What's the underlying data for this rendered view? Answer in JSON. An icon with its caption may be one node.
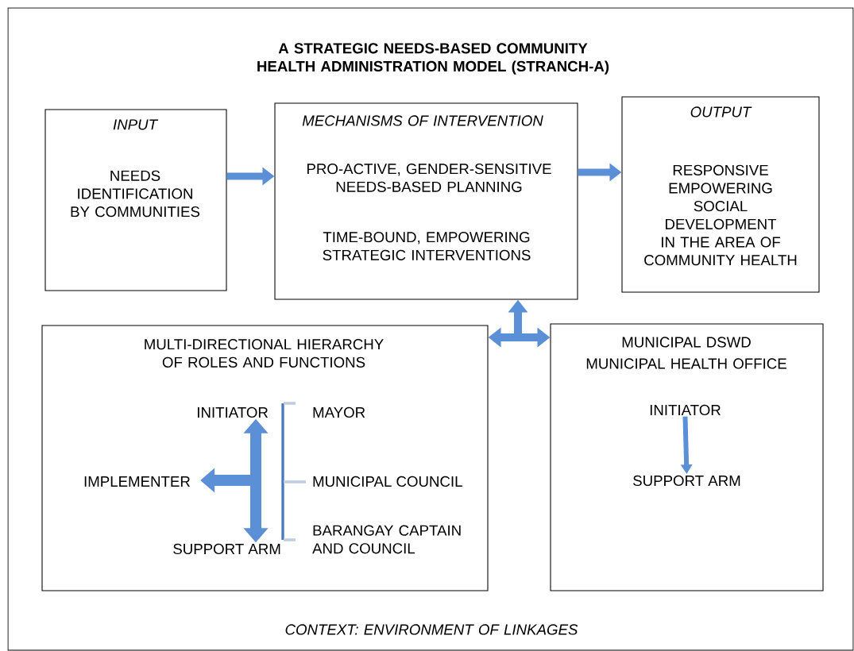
{
  "diagram": {
    "title": "A STRATEGIC NEEDS-BASED COMMUNITY HEALTH ADMINISTRATION MODEL (STRANCH-A)",
    "caption": "CONTEXT: ENVIRONMENT OF LINKAGES",
    "nodes": [
      {
        "text": [
          "INPUT",
          "NEEDS IDENTIFICATION BY COMMUNITIES"
        ]
      },
      {
        "text": [
          "MECHANISMS OF INTERVENTION",
          "PRO-ACTIVE, GENDER-SENSITIVE NEEDS-BASED PLANNING",
          "TIME-BOUND, EMPOWERING STRATEGIC INTERVENTIONS"
        ]
      },
      {
        "text": [
          "OUTPUT",
          "RESPONSIVE EMPOWERING SOCIAL DEVELOPMENT IN THE AREA OF COMMUNITY HEALTH"
        ]
      },
      {
        "text": [
          "MULTI-DIRECTIONAL HIERARCHY OF ROLES AND FUNCTIONS"
        ]
      },
      {
        "text": [
          "INITIATOR"
        ],
        "in": 3
      },
      {
        "text": [
          "IMPLEMENTER"
        ],
        "in": 3
      },
      {
        "text": [
          "SUPPORT ARM"
        ],
        "in": 3
      },
      {
        "text": [
          "MAYOR"
        ],
        "in": 3
      },
      {
        "text": [
          "MUNICIPAL COUNCIL"
        ],
        "in": 3
      },
      {
        "text": [
          "BARANGAY CAPTAIN AND COUNCIL"
        ],
        "in": 3
      },
      {
        "text": [
          "MUNICIPAL DSWD",
          "MUNICIPAL HEALTH OFFICE"
        ]
      },
      {
        "text": [
          "INITIATOR"
        ],
        "in": 10
      },
      {
        "text": [
          "SUPPORT ARM"
        ],
        "in": 10
      }
    ],
    "edges": [
      {
        "from": 0,
        "to": 1,
        "arrow": "to"
      },
      {
        "from": 1,
        "to": 2,
        "arrow": "to"
      },
      {
        "from": 3,
        "to": 10,
        "arrow": "both"
      },
      {
        "from": null,
        "to": 1,
        "arrow": "to"
      },
      {
        "from": 4,
        "to": 6,
        "arrow": "both"
      },
      {
        "from": null,
        "to": 5,
        "arrow": "to"
      },
      {
        "from": 11,
        "to": 12,
        "arrow": "to"
      }
    ]
  }
}
